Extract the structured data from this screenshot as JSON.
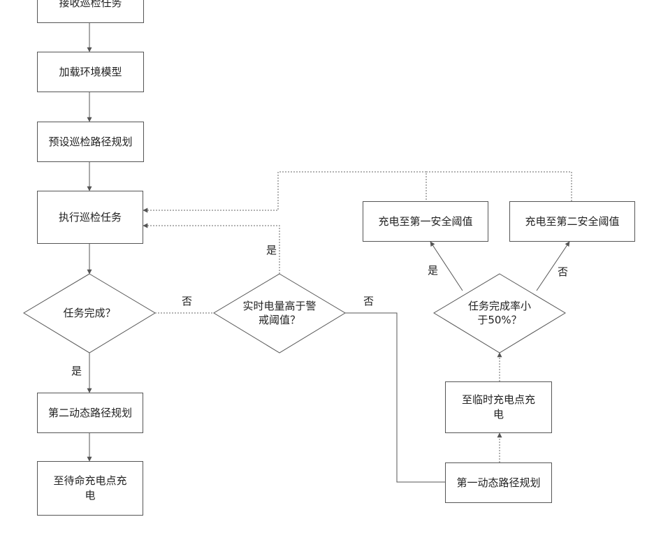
{
  "nodes": {
    "receive": "接收巡检任务",
    "load": "加载环境模型",
    "preset": "预设巡检路径规划",
    "execute": "执行巡检任务",
    "task_done": "任务完成？",
    "power_high": "实时电量高于警戒阈值？",
    "second_path": "第二动态路径规划",
    "standby": "至待命充电点充电",
    "first_path": "第一动态路径规划",
    "temp_charge": "至临时充电点充电",
    "rate_check": "任务完成率小于50%？",
    "charge_first": "充电至第一安全阈值",
    "charge_second": "充电至第二安全阈值"
  },
  "labels": {
    "yes_done": "是",
    "no_done": "否",
    "yes_power": "是",
    "no_power": "否",
    "yes_rate": "是",
    "no_rate": "否"
  }
}
